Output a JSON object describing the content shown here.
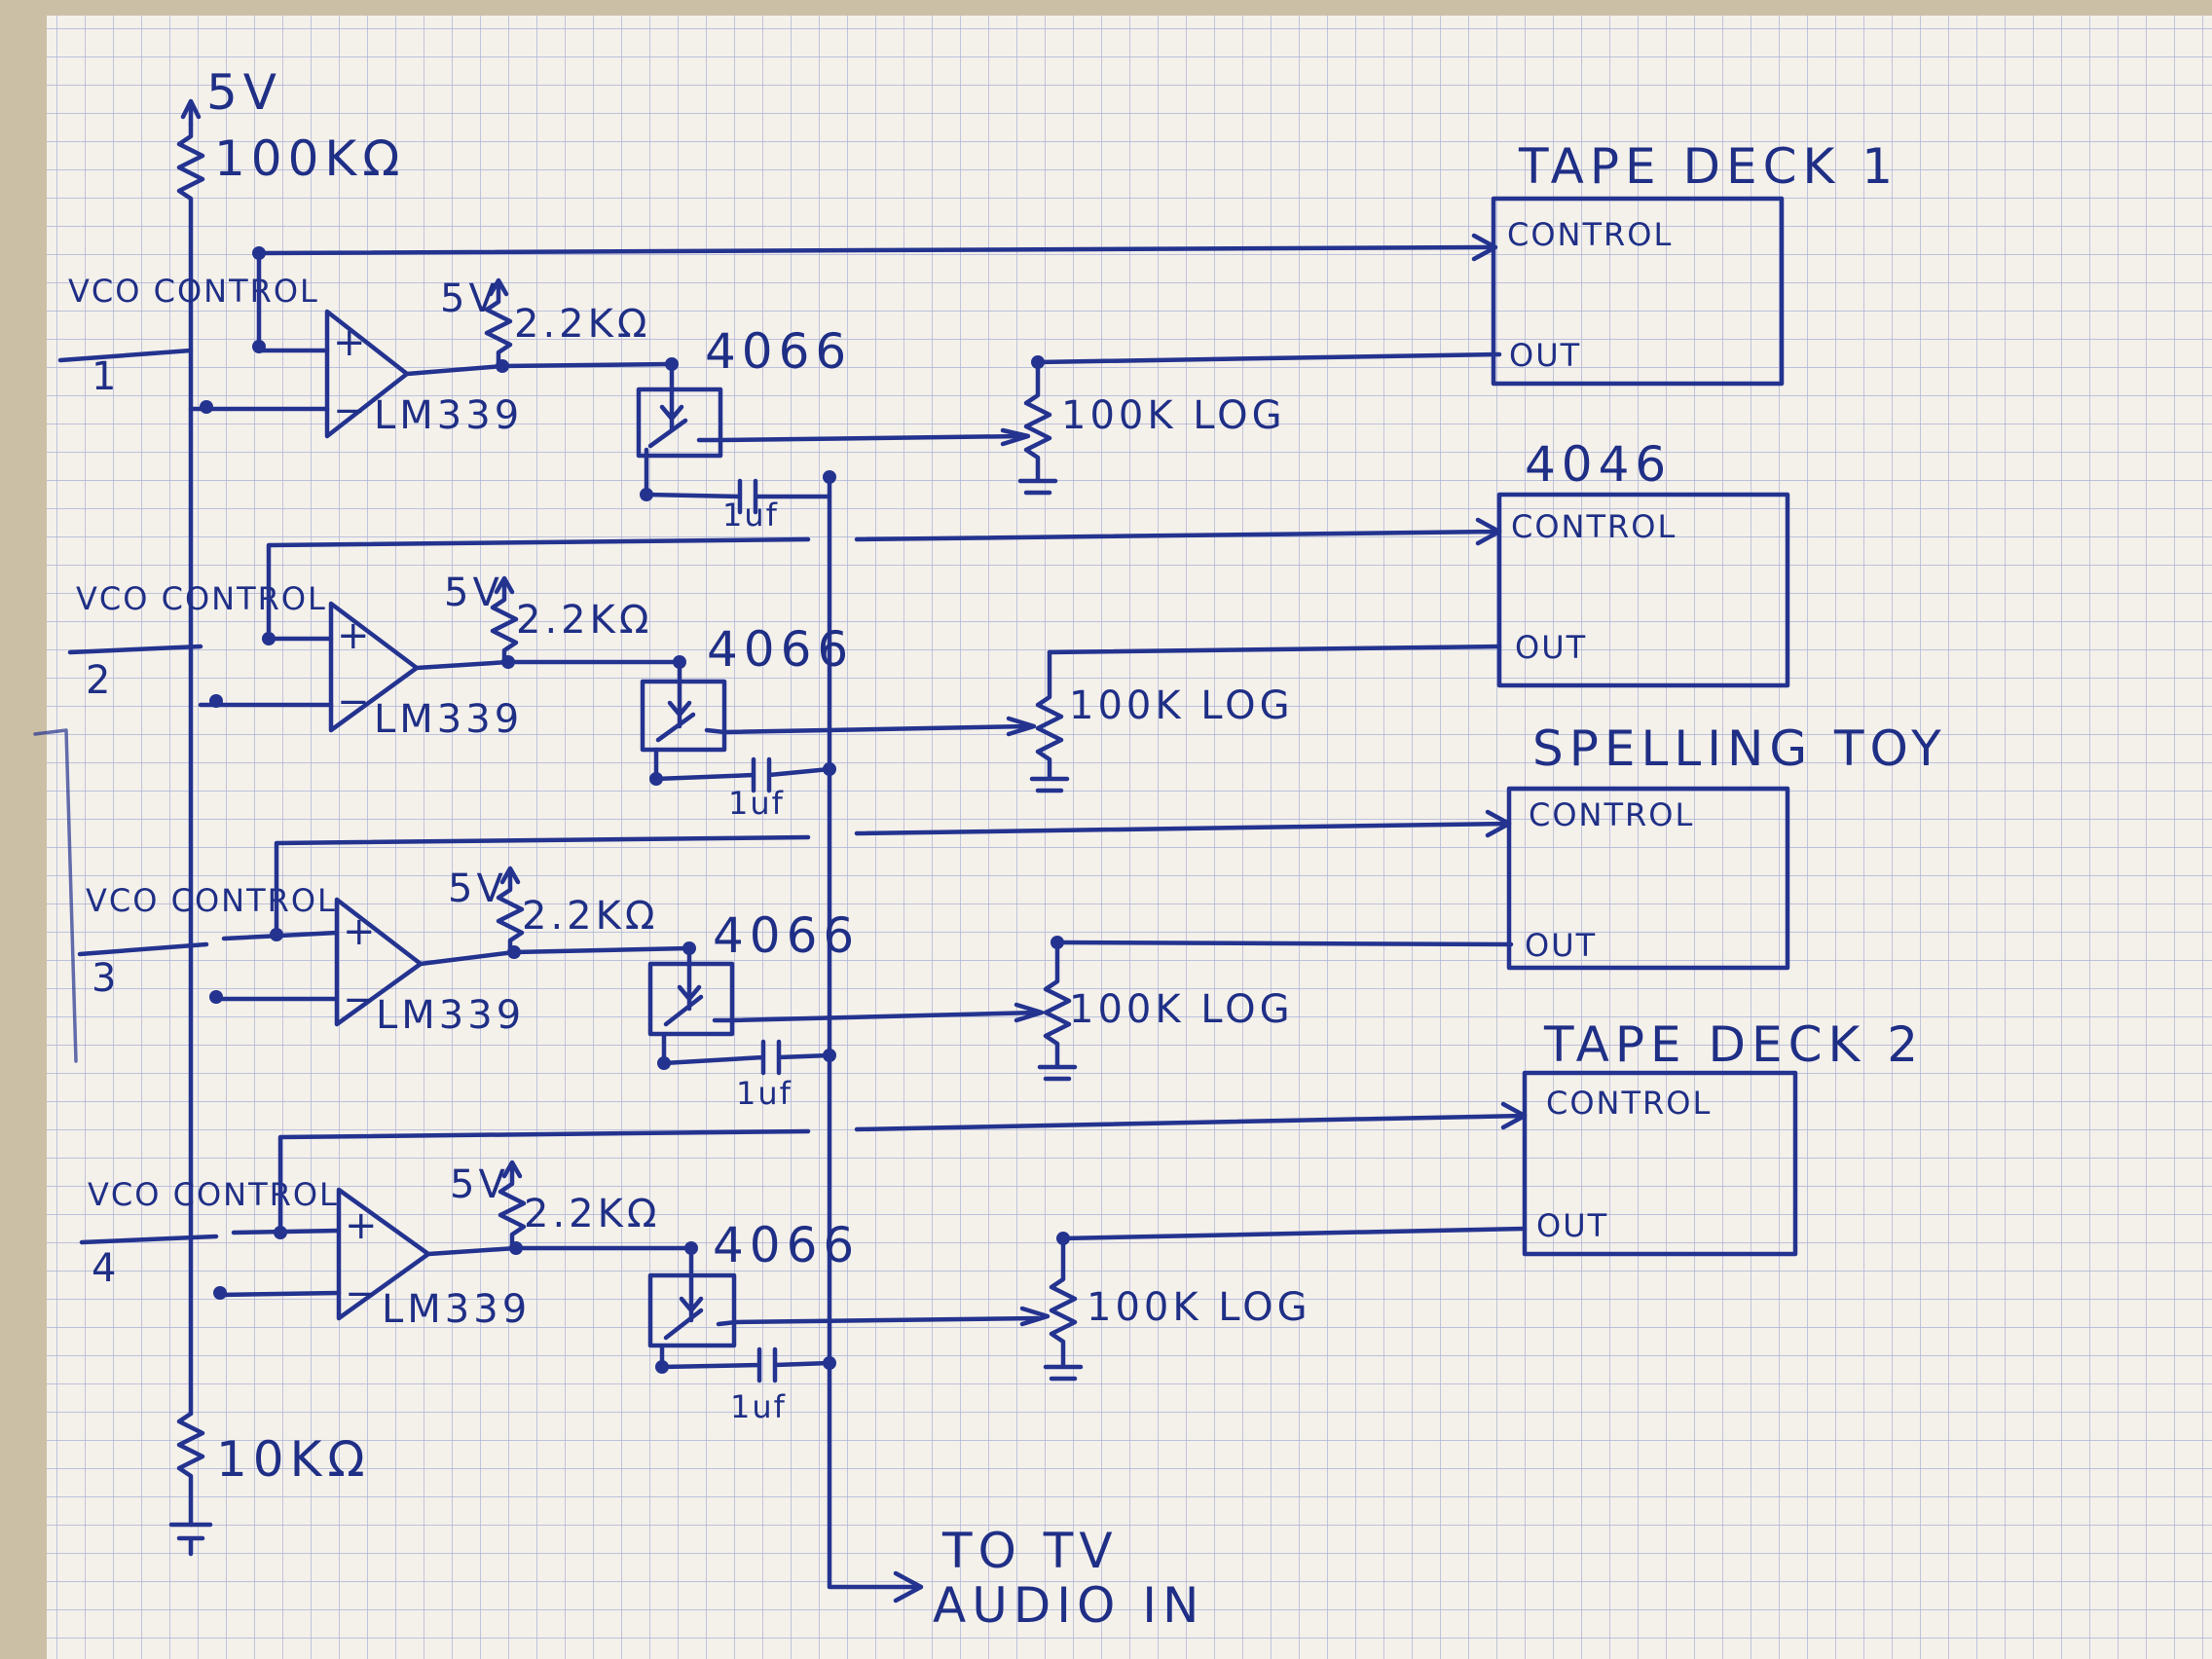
{
  "supply": {
    "vcc": "5V",
    "top_resistor": "100KΩ",
    "bottom_resistor": "10KΩ"
  },
  "channels": [
    {
      "input_label": "VCO CONTROL",
      "input_number": "1",
      "comparator": "LM339",
      "pullup_supply": "5V",
      "pullup": "2.2KΩ",
      "switch": "4066",
      "cap": "1uf",
      "pot": "100K LOG",
      "device": "TAPE DECK 1",
      "control": "CONTROL",
      "out": "OUT"
    },
    {
      "input_label": "VCO CONTROL",
      "input_number": "2",
      "comparator": "LM339",
      "pullup_supply": "5V",
      "pullup": "2.2KΩ",
      "switch": "4066",
      "cap": "1uf",
      "pot": "100K LOG",
      "device": "4046",
      "control": "CONTROL",
      "out": "OUT"
    },
    {
      "input_label": "VCO CONTROL",
      "input_number": "3",
      "comparator": "LM339",
      "pullup_supply": "5V",
      "pullup": "2.2KΩ",
      "switch": "4066",
      "cap": "1uf",
      "pot": "100K LOG",
      "device": "SPELLING TOY",
      "control": "CONTROL",
      "out": "OUT"
    },
    {
      "input_label": "VCO CONTROL",
      "input_number": "4",
      "comparator": "LM339",
      "pullup_supply": "5V",
      "pullup": "2.2KΩ",
      "switch": "4066",
      "cap": "1uf",
      "pot": "100K LOG",
      "device": "TAPE DECK 2",
      "control": "CONTROL",
      "out": "OUT"
    }
  ],
  "output": {
    "line1": "TO TV",
    "line2": "AUDIO IN"
  },
  "colors": {
    "paper": "#f4f0ea",
    "grid": "#a9b2d6",
    "ink": "#23338f"
  }
}
